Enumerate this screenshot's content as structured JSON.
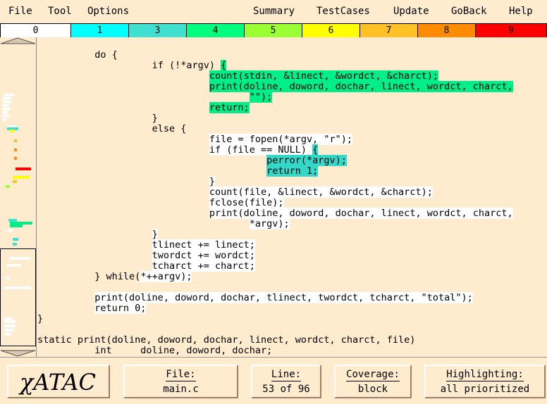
{
  "menubar": {
    "file": "File",
    "tool": "Tool",
    "options": "Options",
    "summary": "Summary",
    "testcases": "TestCases",
    "update": "Update",
    "goback": "GoBack",
    "help": "Help"
  },
  "scale": {
    "levels": [
      {
        "label": "0",
        "color": "#ffffff"
      },
      {
        "label": "1",
        "color": "#00ffff"
      },
      {
        "label": "3",
        "color": "#40e0d0"
      },
      {
        "label": "4",
        "color": "#00ff7f"
      },
      {
        "label": "5",
        "color": "#9aff33"
      },
      {
        "label": "6",
        "color": "#ffff00"
      },
      {
        "label": "7",
        "color": "#ffc125"
      },
      {
        "label": "8",
        "color": "#ff8c00"
      },
      {
        "label": "9",
        "color": "#ff0000"
      }
    ]
  },
  "code": {
    "lines": [
      {
        "indent": "          ",
        "segments": [
          {
            "t": "do {",
            "c": ""
          }
        ]
      },
      {
        "indent": "                    ",
        "segments": [
          {
            "t": "if (!*argv) ",
            "c": ""
          },
          {
            "t": "{",
            "c": "hl"
          }
        ]
      },
      {
        "indent": "                              ",
        "segments": [
          {
            "t": "count(stdin, &linect, &wordct, &charct);",
            "c": "hl"
          }
        ]
      },
      {
        "indent": "                              ",
        "segments": [
          {
            "t": "print(doline, doword, dochar, linect, wordct, charct,",
            "c": "hl"
          }
        ]
      },
      {
        "indent": "                                     ",
        "segments": [
          {
            "t": "\"\");",
            "c": "hl"
          }
        ]
      },
      {
        "indent": "                              ",
        "segments": [
          {
            "t": "return;",
            "c": "hl"
          }
        ]
      },
      {
        "indent": "                    ",
        "segments": [
          {
            "t": "}",
            "c": ""
          }
        ]
      },
      {
        "indent": "                    ",
        "segments": [
          {
            "t": "else {",
            "c": ""
          }
        ]
      },
      {
        "indent": "                              ",
        "segments": [
          {
            "t": "file = fopen(*argv, \"r\");",
            "c": "bl"
          }
        ]
      },
      {
        "indent": "                              ",
        "segments": [
          {
            "t": "if (file == NULL) ",
            "c": "bl"
          },
          {
            "t": "{",
            "c": "hlc"
          }
        ]
      },
      {
        "indent": "                                        ",
        "segments": [
          {
            "t": "perror(*argv);",
            "c": "hlc"
          }
        ]
      },
      {
        "indent": "                                        ",
        "segments": [
          {
            "t": "return 1;",
            "c": "hlc"
          }
        ]
      },
      {
        "indent": "                              ",
        "segments": [
          {
            "t": "}",
            "c": "bl"
          }
        ]
      },
      {
        "indent": "                              ",
        "segments": [
          {
            "t": "count(file, &linect, &wordct, &charct);",
            "c": "bl"
          }
        ]
      },
      {
        "indent": "                              ",
        "segments": [
          {
            "t": "fclose(file);",
            "c": "bl"
          }
        ]
      },
      {
        "indent": "                              ",
        "segments": [
          {
            "t": "print(doline, doword, dochar, linect, wordct, charct,",
            "c": "bl"
          }
        ]
      },
      {
        "indent": "                                     ",
        "segments": [
          {
            "t": "*argv);",
            "c": "bl"
          }
        ]
      },
      {
        "indent": "                    ",
        "segments": [
          {
            "t": "}",
            "c": "bl"
          }
        ]
      },
      {
        "indent": "                    ",
        "segments": [
          {
            "t": "tlinect += linect;",
            "c": "bl"
          }
        ]
      },
      {
        "indent": "                    ",
        "segments": [
          {
            "t": "twordct += wordct;",
            "c": "bl"
          }
        ]
      },
      {
        "indent": "                    ",
        "segments": [
          {
            "t": "tcharct += charct;",
            "c": "bl"
          }
        ]
      },
      {
        "indent": "          ",
        "segments": [
          {
            "t": "} while(",
            "c": ""
          },
          {
            "t": "*++argv);",
            "c": "bl"
          }
        ]
      },
      {
        "indent": "",
        "segments": [
          {
            "t": "",
            "c": ""
          }
        ]
      },
      {
        "indent": "          ",
        "segments": [
          {
            "t": "print(doline, doword, dochar, tlinect, twordct, tcharct, \"total\");",
            "c": "bl"
          }
        ]
      },
      {
        "indent": "          ",
        "segments": [
          {
            "t": "return 0;",
            "c": "bl"
          }
        ]
      },
      {
        "indent": "",
        "segments": [
          {
            "t": "}",
            "c": ""
          }
        ]
      },
      {
        "indent": "",
        "segments": [
          {
            "t": "",
            "c": ""
          }
        ]
      },
      {
        "indent": "",
        "segments": [
          {
            "t": "static print(doline, doword, dochar, linect, wordct, charct, file)",
            "c": ""
          }
        ]
      },
      {
        "indent": "          ",
        "segments": [
          {
            "t": "int     doline, doword, dochar;",
            "c": ""
          }
        ]
      }
    ]
  },
  "status": {
    "logo": "χATAC",
    "file_label": "File:",
    "file_value": "main.c",
    "line_label": "Line:",
    "line_value": "53 of 96",
    "coverage_label": "Coverage:",
    "coverage_value": "block",
    "highlight_label": "Highlighting:",
    "highlight_value": "all prioritized"
  },
  "colors": {
    "background": "#ffebcd",
    "highlight_green": "#00ee88",
    "highlight_cyan": "#34d8c8",
    "uncovered_white": "#ffffff"
  }
}
